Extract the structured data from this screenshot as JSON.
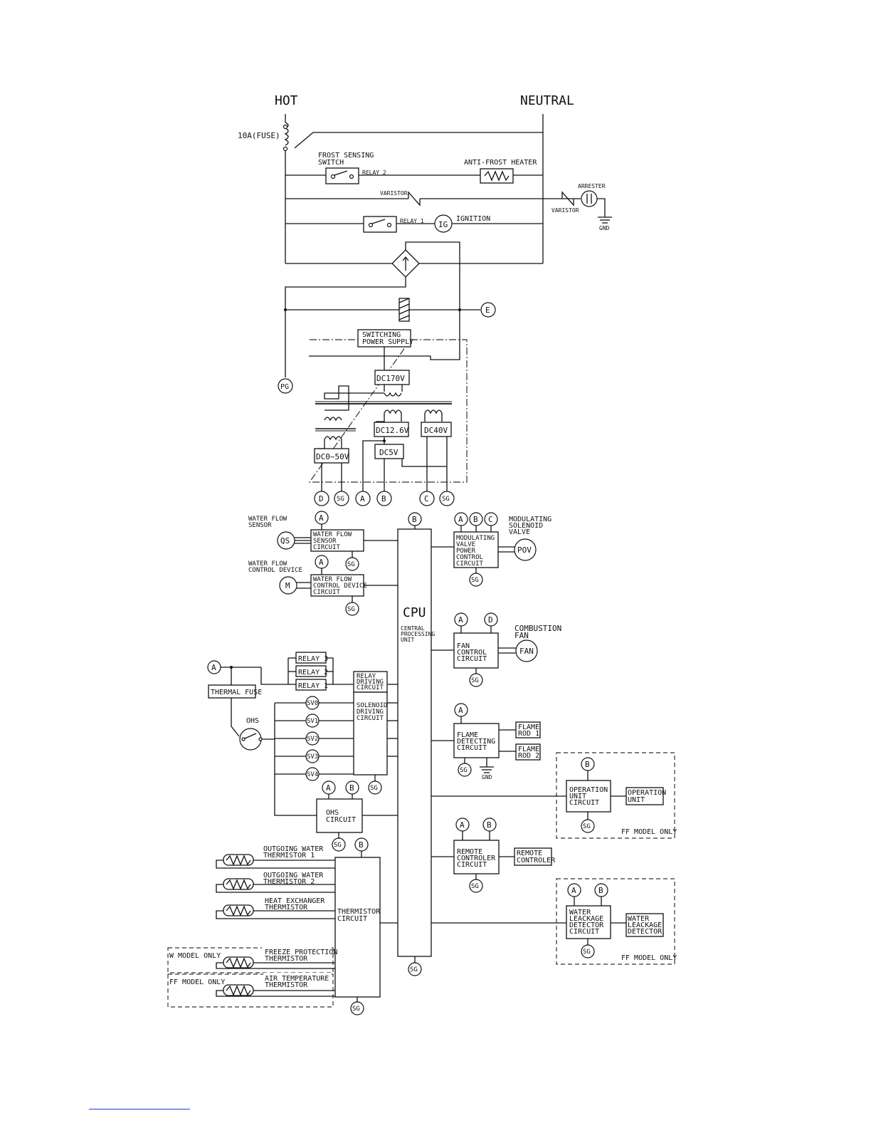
{
  "power": {
    "hot": "HOT",
    "neutral": "NEUTRAL",
    "fuse": "10A(FUSE)",
    "frost_sensing_switch": [
      "FROST SENSING",
      "SWITCH"
    ],
    "relay2": "RELAY 2",
    "anti_frost_heater": "ANTI-FROST HEATER",
    "varistor": "VARISTOR",
    "arrester": "ARRESTER",
    "gnd": "GND",
    "relay1": "RELAY 1",
    "ig": "IG",
    "ignition": "IGNITION",
    "e": "E",
    "pg": "PG",
    "switching_power_supply": [
      "SWITCHING",
      "POWER SUPPLY"
    ],
    "dc170v": "DC170V",
    "dc126v": "DC12.6V",
    "dc40v": "DC40V",
    "dc5v": "DC5V",
    "dc050v": "DC0~50V",
    "terms": [
      "D",
      "SG",
      "A",
      "B",
      "C",
      "SG"
    ]
  },
  "cpu": {
    "label": "CPU",
    "sub": [
      "CENTRAL",
      "PROCESSING",
      "UNIT"
    ],
    "term_top": "B",
    "term_bottom": "SG"
  },
  "left": {
    "water_flow_sensor": [
      "WATER FLOW",
      "SENSOR"
    ],
    "qs": "QS",
    "wfs_circuit": [
      "WATER FLOW",
      "SENSOR",
      "CIRCUIT"
    ],
    "water_flow_control_device": [
      "WATER FLOW",
      "CONTROL DEVICE"
    ],
    "m": "M",
    "wfc_circuit": [
      "WATER FLOW",
      "CONTROL DEVICE",
      "CIRCUIT"
    ],
    "a": "A",
    "b": "B",
    "sg": "SG",
    "thermal_fuse": "THERMAL FUSE",
    "relay3": "RELAY 3",
    "relay2": "RELAY 2",
    "relay1": "RELAY 1",
    "relay_driving": [
      "RELAY",
      "DRIVING",
      "CIRCUIT"
    ],
    "solenoid_driving": [
      "SOLENOID",
      "DRIVING",
      "CIRCUIT"
    ],
    "ohs": "OHS",
    "sv": [
      "SV0",
      "SV1",
      "SV2",
      "SV3",
      "SV4"
    ],
    "ohs_circuit": [
      "OHS",
      "CIRCUIT"
    ],
    "outgoing1": [
      "OUTGOING WATER",
      "THERMISTOR 1"
    ],
    "outgoing2": [
      "OUTGOING WATER",
      "THERMISTOR 2"
    ],
    "heat_exchanger": [
      "HEAT EXCHANGER",
      "THERMISTOR"
    ],
    "freeze_protection": [
      "FREEZE PROTECTION",
      "THERMISTOR"
    ],
    "air_temperature": [
      "AIR TEMPERATURE",
      "THERMISTOR"
    ],
    "w_model_only": "W MODEL ONLY",
    "ff_model_only": "FF MODEL ONLY",
    "thermistor_circuit": [
      "THERMISTOR",
      "CIRCUIT"
    ]
  },
  "right": {
    "a": "A",
    "b": "B",
    "c": "C",
    "d": "D",
    "sg": "SG",
    "modulating_solenoid_valve": [
      "MODULATING",
      "SOLENOID",
      "VALVE"
    ],
    "mv_circuit": [
      "MODULATING",
      "VALVE",
      "POWER",
      "CONTROL",
      "CIRCUIT"
    ],
    "pov": "POV",
    "combustion_fan": [
      "COMBUSTION",
      "FAN"
    ],
    "fan_circuit": [
      "FAN",
      "CONTROL",
      "CIRCUIT"
    ],
    "fan": "FAN",
    "flame_circuit": [
      "FLAME",
      "DETECTING",
      "CIRCUIT"
    ],
    "flame_rod1": [
      "FLAME",
      "ROD 1"
    ],
    "flame_rod2": [
      "FLAME",
      "ROD 2"
    ],
    "gnd": "GND",
    "operation_circuit": [
      "OPERATION",
      "UNIT",
      "CIRCUIT"
    ],
    "operation_unit": [
      "OPERATION",
      "UNIT"
    ],
    "ff_model_only": "FF MODEL ONLY",
    "remote_circuit": [
      "REMOTE",
      "CONTROLER",
      "CIRCUIT"
    ],
    "remote_controler": [
      "REMOTE",
      "CONTROLER"
    ],
    "wl_circuit": [
      "WATER",
      "LEACKAGE",
      "DETECTOR",
      "CIRCUIT"
    ],
    "wl_detector": [
      "WATER",
      "LEACKAGE",
      "DETECTOR"
    ]
  }
}
